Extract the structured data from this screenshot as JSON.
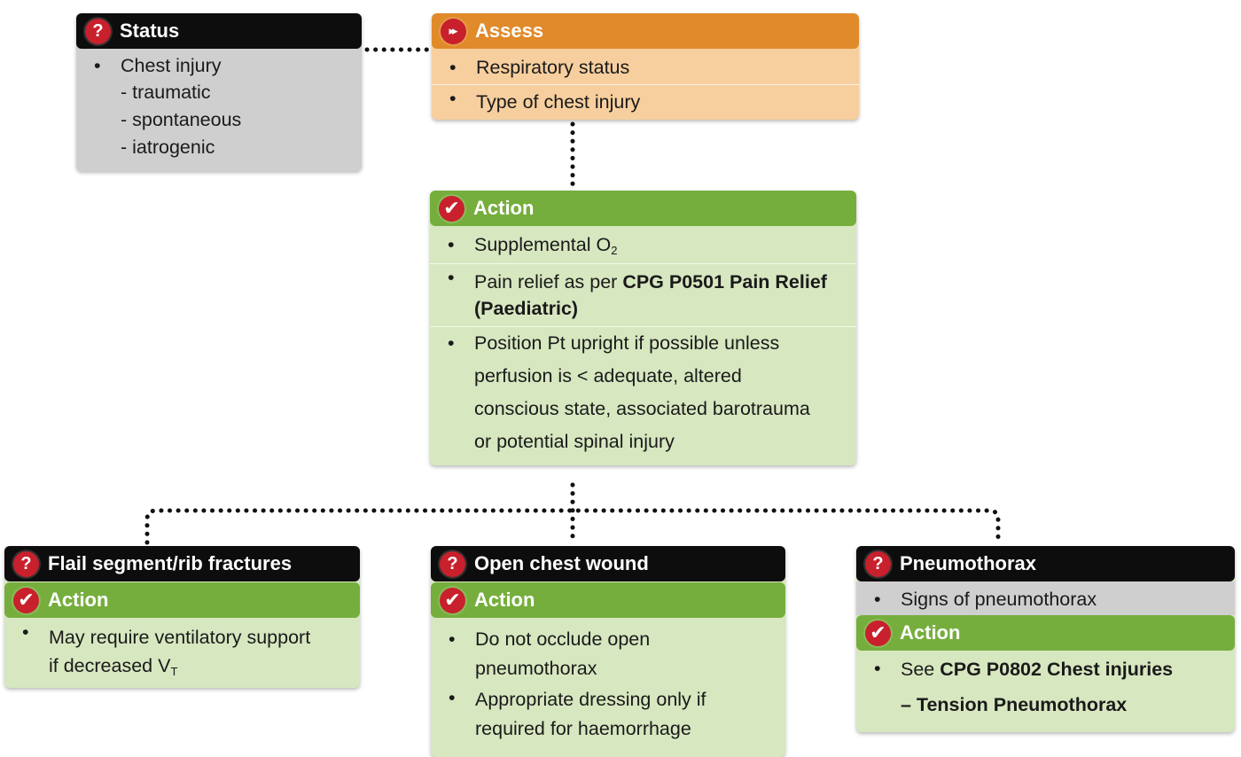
{
  "status_box": {
    "title": "Status",
    "items": [
      "Chest injury"
    ],
    "subitems": [
      "traumatic",
      "spontaneous",
      "iatrogenic"
    ]
  },
  "assess_box": {
    "title": "Assess",
    "items": [
      "Respiratory status",
      "Type of chest injury"
    ]
  },
  "action_box": {
    "title": "Action",
    "item1_text": "Supplemental O",
    "item1_sub": "2",
    "item2_text": "Pain relief as per ",
    "item2_bold": "CPG P0501 Pain Relief (Paediatric)",
    "item3_lines": [
      "Position Pt upright if possible unless",
      "perfusion is < adequate, altered",
      "conscious state, associated barotrauma",
      "or potential spinal injury"
    ]
  },
  "flail_box": {
    "title": "Flail segment/rib fractures",
    "action_title": "Action",
    "item_line1": "May require ventilatory support",
    "item_line2": "if decreased V",
    "item_sub": "T"
  },
  "open_box": {
    "title": "Open chest wound",
    "action_title": "Action",
    "items": [
      [
        "Do not occlude open",
        "pneumothorax"
      ],
      [
        "Appropriate dressing only if",
        "required for haemorrhage"
      ]
    ]
  },
  "pneumo_box": {
    "title": "Pneumothorax",
    "signs": "Signs of pneumothorax",
    "action_title": "Action",
    "item_prefix": "See ",
    "item_bold1": "CPG P0802 Chest injuries",
    "item_bold2": "– Tension Pneumothorax"
  },
  "icons": {
    "question": "?",
    "fast_forward": "▸▸",
    "check": "✔"
  },
  "colors": {
    "black_header": "#0d0d0d",
    "orange_header": "#e08a2a",
    "green_header": "#76ae3d",
    "red_icon": "#c8202c",
    "gray_fill": "#cfcfcf",
    "peach_fill": "#f7cf9e",
    "green_fill": "#d7e7c0"
  }
}
